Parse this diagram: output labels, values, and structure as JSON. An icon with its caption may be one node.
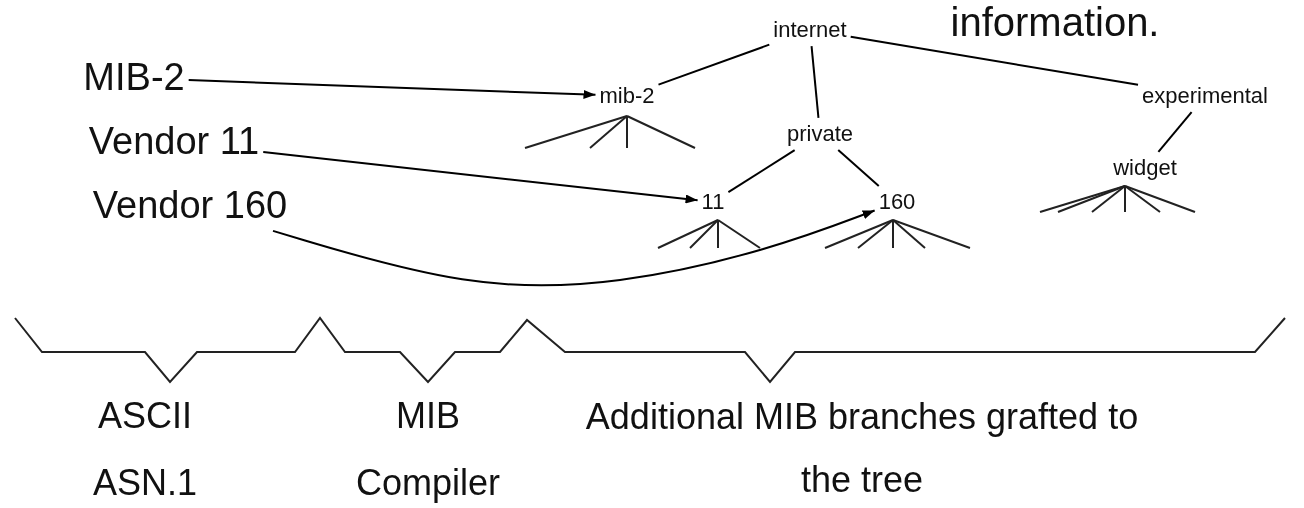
{
  "diagram": {
    "nodes": [
      {
        "text": [
          "MIB-2"
        ]
      },
      {
        "text": [
          "Vendor 11"
        ]
      },
      {
        "text": [
          "Vendor 160"
        ]
      },
      {
        "text": [
          "internet"
        ]
      },
      {
        "text": [
          "mib-2"
        ]
      },
      {
        "text": [
          "private"
        ]
      },
      {
        "text": [
          "experimental"
        ]
      },
      {
        "text": [
          "11"
        ]
      },
      {
        "text": [
          "160"
        ]
      },
      {
        "text": [
          "widget"
        ]
      }
    ],
    "edges": [
      {
        "from": 0,
        "to": 4,
        "arrow": "to"
      },
      {
        "from": 1,
        "to": 7,
        "arrow": "to"
      },
      {
        "from": 2,
        "to": 8,
        "arrow": "to"
      },
      {
        "from": 3,
        "to": 4,
        "arrow": "none"
      },
      {
        "from": 3,
        "to": 5,
        "arrow": "none"
      },
      {
        "from": 3,
        "to": 6,
        "arrow": "none"
      },
      {
        "from": 5,
        "to": 7,
        "arrow": "none"
      },
      {
        "from": 5,
        "to": 8,
        "arrow": "none"
      },
      {
        "from": 6,
        "to": 9,
        "arrow": "none"
      }
    ],
    "labels": [
      "information.",
      "ASCII",
      "ASN.1",
      "MIB",
      "Compiler",
      "Additional MIB branches grafted to the tree"
    ]
  }
}
